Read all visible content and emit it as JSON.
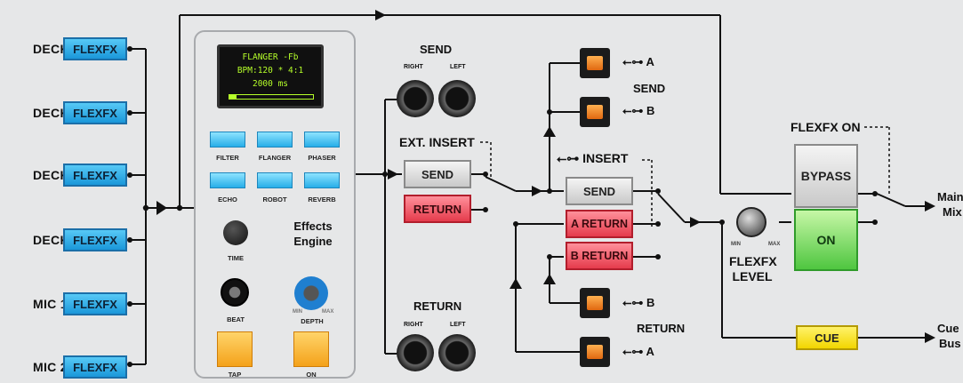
{
  "inputs": [
    {
      "label": "DECK 3",
      "fx": "FLEXFX"
    },
    {
      "label": "DECK 1",
      "fx": "FLEXFX"
    },
    {
      "label": "DECK 2",
      "fx": "FLEXFX"
    },
    {
      "label": "DECK 4",
      "fx": "FLEXFX"
    },
    {
      "label": "MIC 1",
      "fx": "FLEXFX"
    },
    {
      "label": "MIC 2",
      "fx": "FLEXFX"
    }
  ],
  "effects_engine": {
    "display": {
      "line1": "FLANGER -Fb",
      "line2": "BPM:120 *  4:1",
      "line3": "2000 ms"
    },
    "fx_buttons": [
      "FILTER",
      "FLANGER",
      "PHASER",
      "ECHO",
      "ROBOT",
      "REVERB"
    ],
    "time_label": "TIME",
    "beat_label": "BEAT",
    "depth_label": "DEPTH",
    "depth_min": "MIN",
    "depth_max": "MAX",
    "engine_title_1": "Effects",
    "engine_title_2": "Engine",
    "tap_label": "TAP",
    "on_label": "ON"
  },
  "ext": {
    "send_title": "SEND",
    "send_right": "RIGHT",
    "send_left": "LEFT",
    "ext_insert": "EXT. INSERT",
    "send_btn": "SEND",
    "return_btn": "RETURN",
    "return_title": "RETURN",
    "return_right": "RIGHT",
    "return_left": "LEFT"
  },
  "usb": {
    "send_title": "SEND",
    "port_a": "A",
    "port_b": "B",
    "insert": "INSERT",
    "send_btn": "SEND",
    "a_return": "A RETURN",
    "b_return": "B RETURN",
    "return_title": "RETURN",
    "ret_b": "B",
    "ret_a": "A"
  },
  "output": {
    "flexfx_on": "FLEXFX ON",
    "bypass": "BYPASS",
    "on": "ON",
    "level_label_1": "FLEXFX",
    "level_label_2": "LEVEL",
    "level_min": "MIN",
    "level_max": "MAX",
    "main_1": "Main",
    "main_2": "Mix",
    "cue": "CUE",
    "cue_out_1": "Cue",
    "cue_out_2": "Bus"
  },
  "colors": {
    "fx_blue": "#1a97d9",
    "send_grey": "#c9c9c9",
    "return_red": "#e53b4c",
    "on_green": "#4fc640",
    "cue_yellow": "#f2d500",
    "tap_orange": "#f4a21a",
    "oled_text": "#b6ff2a"
  }
}
